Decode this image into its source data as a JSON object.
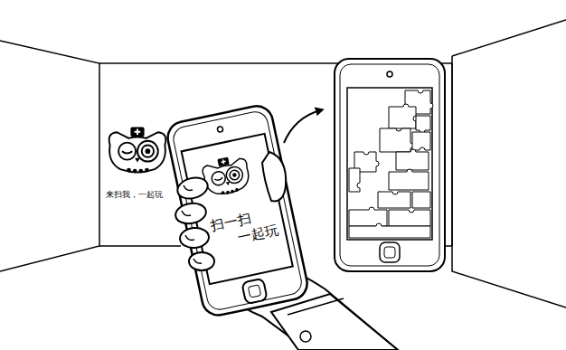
{
  "diagram": {
    "labels": [
      "来扫我，一起玩",
      "扫一扫",
      "一起玩"
    ]
  }
}
